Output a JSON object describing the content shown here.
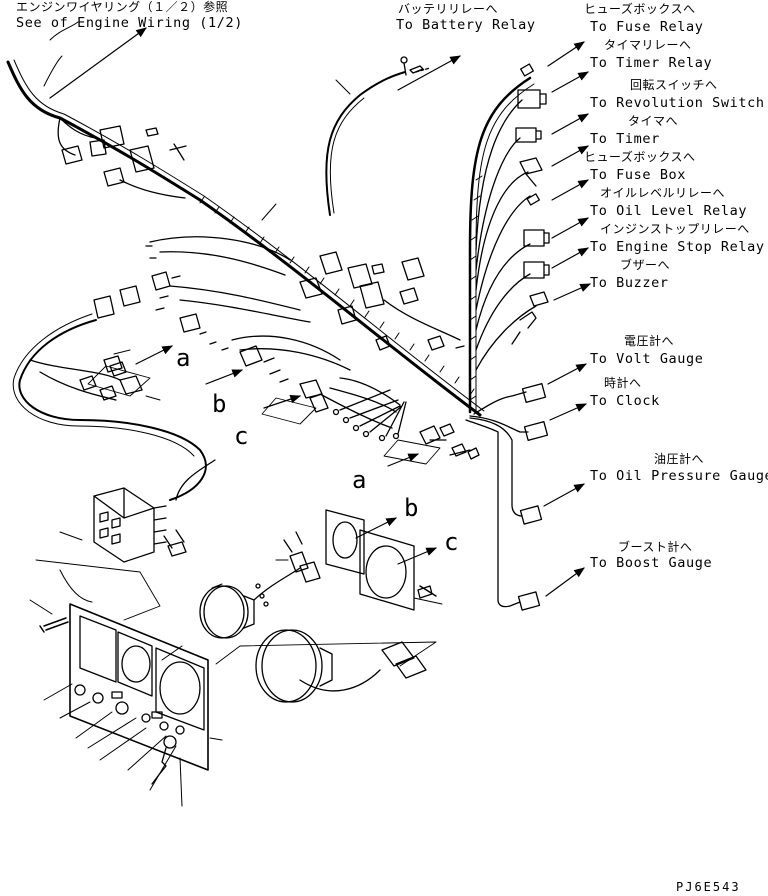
{
  "labels": {
    "engine_wiring_ja": "エンジンワイヤリング（１／２）参照",
    "engine_wiring_en": "See of Engine Wiring (1/2)",
    "battery_relay_ja": "バッテリリレーへ",
    "battery_relay_en": "To Battery Relay",
    "fuse_relay_ja": "ヒューズボックスへ",
    "fuse_relay_en": "To Fuse Relay",
    "timer_relay_ja": "タイマリレーへ",
    "timer_relay_en": "To Timer Relay",
    "revolution_switch_ja": "回転スイッチへ",
    "revolution_switch_en": "To Revolution Switch",
    "timer_ja": "タイマへ",
    "timer_en": "To Timer",
    "fuse_box_ja": "ヒューズボックスへ",
    "fuse_box_en": "To Fuse Box",
    "oil_level_relay_ja": "オイルレベルリレーへ",
    "oil_level_relay_en": "To Oil Level Relay",
    "engine_stop_relay_ja": "インジンストップリレーへ",
    "engine_stop_relay_en": "To Engine Stop Relay",
    "buzzer_ja": "ブザーへ",
    "buzzer_en": "To Buzzer",
    "volt_gauge_ja": "電圧計へ",
    "volt_gauge_en": "To Volt Gauge",
    "clock_ja": "時計へ",
    "clock_en": "To Clock",
    "oil_pressure_ja": "油圧計へ",
    "oil_pressure_en": "To Oil Pressure Gauge",
    "boost_gauge_ja": "ブースト計へ",
    "boost_gauge_en": "To Boost Gauge"
  },
  "detail_keys": {
    "a_upper": "a",
    "b_upper": "b",
    "c_upper": "c",
    "a_lower": "a",
    "b_lower": "b",
    "c_lower": "c"
  },
  "drawing_code": "PJ6E543"
}
